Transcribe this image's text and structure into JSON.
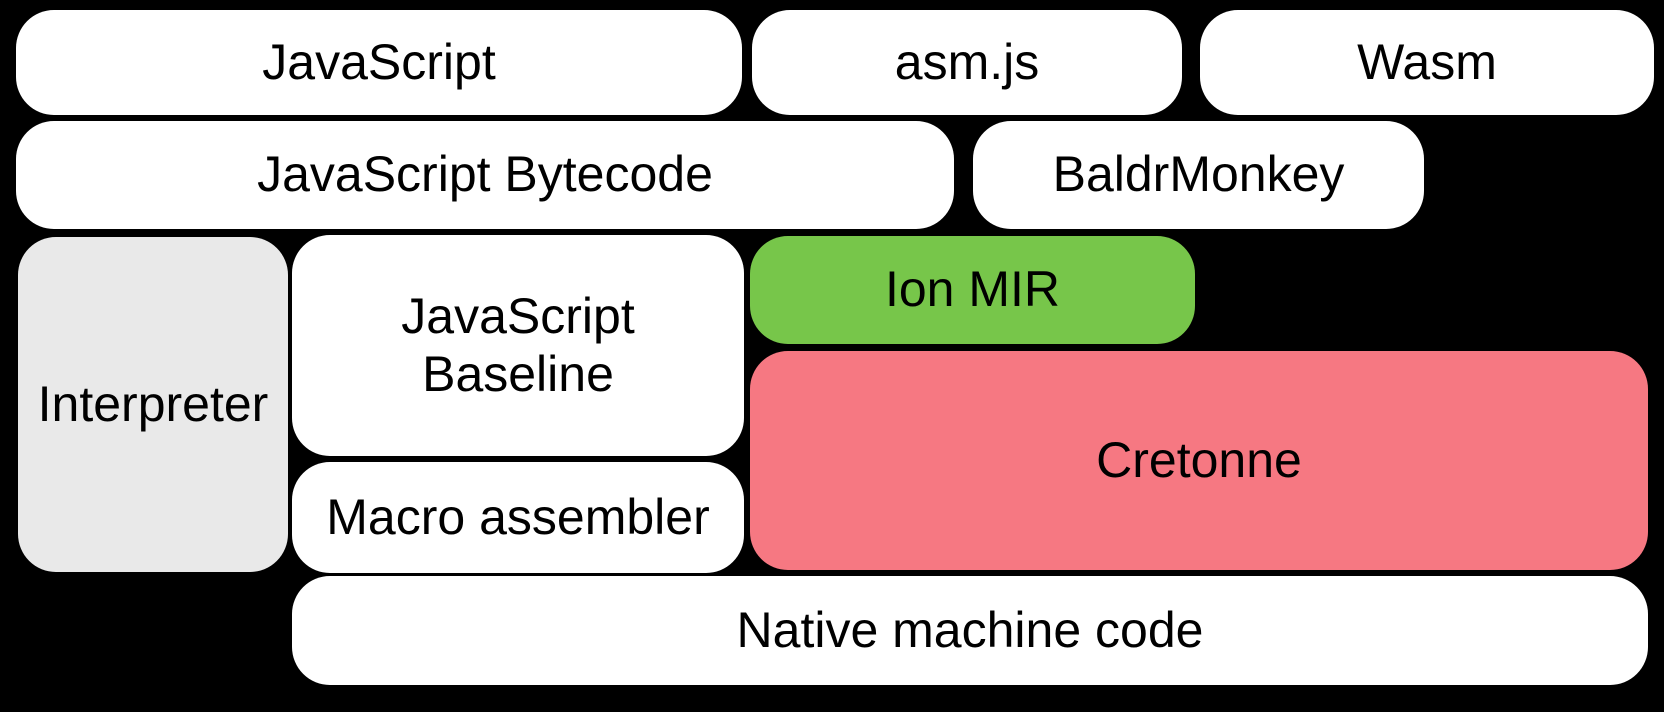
{
  "colors": {
    "background": "#000000",
    "box_white": "#FFFFFF",
    "box_gray": "#E9E9E9",
    "box_green": "#77C64A",
    "box_pink": "#F67882",
    "text": "#000000"
  },
  "boxes": {
    "javascript": {
      "label": "JavaScript"
    },
    "asmjs": {
      "label": "asm.js"
    },
    "wasm": {
      "label": "Wasm"
    },
    "bytecode": {
      "label": "JavaScript Bytecode"
    },
    "baldrmonkey": {
      "label": "BaldrMonkey"
    },
    "interpreter": {
      "label": "Interpreter"
    },
    "baseline": {
      "label": "JavaScript Baseline"
    },
    "ionmir": {
      "label": "Ion MIR"
    },
    "cretonne": {
      "label": "Cretonne"
    },
    "macroassembler": {
      "label": "Macro assembler"
    },
    "nativecode": {
      "label": "Native machine code"
    }
  }
}
